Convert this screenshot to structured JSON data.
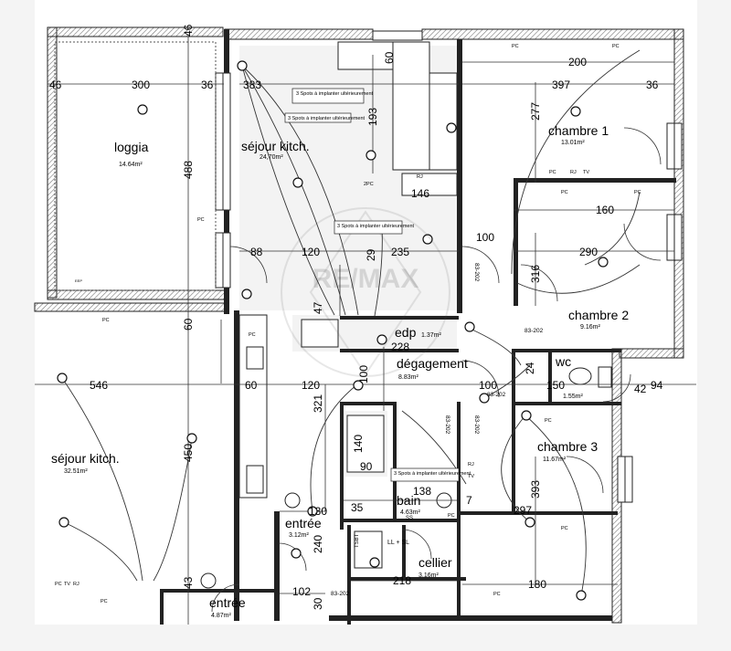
{
  "rooms": [
    {
      "name": "loggia",
      "area": "14.64m²"
    },
    {
      "name": "séjour kitch.",
      "area": "24,70m²"
    },
    {
      "name": "chambre 1",
      "area": "13.01m²"
    },
    {
      "name": "chambre 2",
      "area": "9.16m²"
    },
    {
      "name": "edp",
      "area": "1.37m²"
    },
    {
      "name": "dégagement",
      "area": "8.83m²"
    },
    {
      "name": "wc",
      "area": "1.55m²"
    },
    {
      "name": "chambre 3",
      "area": "11.67m²"
    },
    {
      "name": "séjour kitch.",
      "area": "32.51m²"
    },
    {
      "name": "entrée",
      "area": "3.12m²"
    },
    {
      "name": "bain",
      "area": "4.63m²"
    },
    {
      "name": "cellier",
      "area": "3.16m²"
    },
    {
      "name": "entrée",
      "area": "4.87m²"
    }
  ],
  "dimensions": [
    "46",
    "46",
    "300",
    "36",
    "383",
    "60",
    "200",
    "397",
    "36",
    "193",
    "277",
    "488",
    "146",
    "160",
    "100",
    "316",
    "290",
    "88",
    "120",
    "29",
    "235",
    "47",
    "228",
    "60",
    "546",
    "120",
    "100",
    "100",
    "94",
    "42",
    "24",
    "150",
    "140",
    "90",
    "450",
    "321",
    "130",
    "35",
    "138",
    "393",
    "297",
    "240",
    "43",
    "218",
    "180",
    "102",
    "30",
    "7"
  ],
  "notes": {
    "spots": "3 Spots à implanter ultérieurement",
    "ll_sl": "LL + SL",
    "tsbt": "TSBT",
    "eep": "EEP",
    "ss": "SS"
  },
  "door_codes": [
    "83-202",
    "83-202",
    "83-202",
    "83-202",
    "83-202",
    "83-202"
  ],
  "outlets": {
    "pc": "PC",
    "rj": "RJ",
    "tv": "TV",
    "pc2": "2PC"
  },
  "watermark": "RE/MAX"
}
